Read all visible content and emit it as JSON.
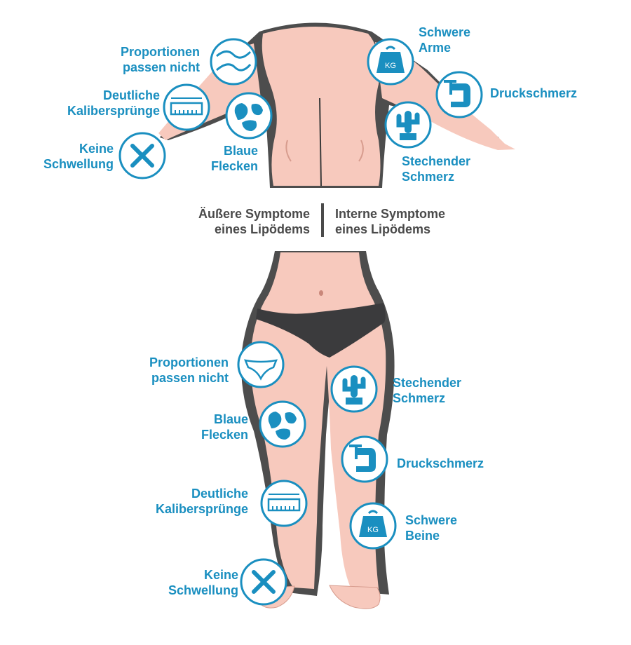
{
  "center": {
    "left_line1": "Äußere Symptome",
    "left_line2": "eines Lipödems",
    "right_line1": "Interne Symptome",
    "right_line2": "eines Lipödems"
  },
  "upper": {
    "proportionen": [
      "Proportionen",
      "passen nicht"
    ],
    "kaliber": [
      "Deutliche",
      "Kalibersprünge"
    ],
    "schwellung": [
      "Keine",
      "Schwellung"
    ],
    "blaue": [
      "Blaue",
      "Flecken"
    ],
    "schwere": [
      "Schwere",
      "Arme"
    ],
    "druck": [
      "Druckschmerz"
    ],
    "stechend": [
      "Stechender",
      "Schmerz"
    ]
  },
  "lower": {
    "proportionen": [
      "Proportionen",
      "passen nicht"
    ],
    "blaue": [
      "Blaue",
      "Flecken"
    ],
    "kaliber": [
      "Deutliche",
      "Kalibersprünge"
    ],
    "schwellung": [
      "Keine",
      "Schwellung"
    ],
    "stechend": [
      "Stechender",
      "Schmerz"
    ],
    "druck": [
      "Druckschmerz"
    ],
    "schwere": [
      "Schwere",
      "Beine"
    ]
  },
  "weight_text": "KG",
  "colors": {
    "accent": "#1a8fc0",
    "skin": "#f7c9bd",
    "shadow": "#4d4d4d",
    "briefs": "#3b3b3d"
  }
}
